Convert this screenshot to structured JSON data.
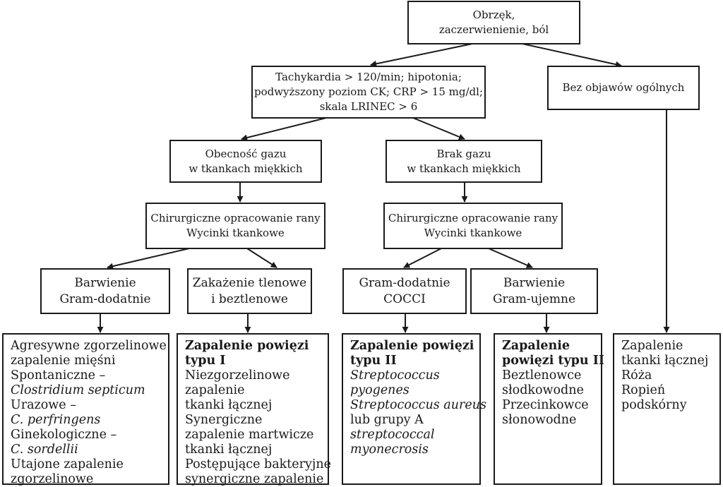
{
  "root": {
    "lines": [
      "Obrzęk,",
      "zaczerwienienie, ból"
    ]
  },
  "systemic": {
    "lines": [
      "Tachykardia > 120/min; hipotonia;",
      "podwyższony poziom CK; CRP > 15 mg/dl;",
      "skala LRINEC > 6"
    ]
  },
  "no_systemic": {
    "lines": [
      "Bez objawów ogólnych"
    ]
  },
  "gas_present": {
    "lines": [
      "Obecność gazu",
      "w tkankach miękkich"
    ]
  },
  "gas_absent": {
    "lines": [
      "Brak gazu",
      "w tkankach miękkich"
    ]
  },
  "surgery_left": {
    "lines": [
      "Chirurgiczne opracowanie rany",
      "Wycinki tkankowe"
    ]
  },
  "surgery_right": {
    "lines": [
      "Chirurgiczne opracowanie rany",
      "Wycinki tkankowe"
    ]
  },
  "gram_pos": {
    "lines": [
      "Barwienie",
      "Gram-dodatnie"
    ]
  },
  "aerobic_anaerobic": {
    "lines": [
      "Zakażenie tlenowe",
      "i beztlenowe"
    ]
  },
  "gram_pos_cocci": {
    "lines": [
      "Gram-dodatnie",
      "COCCI"
    ]
  },
  "gram_neg": {
    "lines": [
      "Barwienie",
      "Gram-ujemne"
    ]
  },
  "leaf1": {
    "l1": "Agresywne zgorzelinowe",
    "l2": "zapalenie mięśni",
    "l3": "Spontaniczne –",
    "l4": "Clostridium septicum",
    "l5": "Urazowe –",
    "l6": "C. perfringens",
    "l7": "Ginekologiczne –",
    "l8": "C. sordellii",
    "l9": "Utajone zapalenie",
    "l10": "zgorzelinowe"
  },
  "leaf2": {
    "title1": "Zapalenie powięzi",
    "title2": "typu I",
    "l1": "Niezgorzelinowe",
    "l2": "zapalenie",
    "l3": "tkanki łącznej",
    "l4": "Synergiczne",
    "l5": "zapalenie martwicze",
    "l6": "tkanki łącznej",
    "l7": "Postępujące bakteryjne",
    "l8": "synergiczne zapalenie"
  },
  "leaf3": {
    "title1": "Zapalenie powięzi",
    "title2": "typu II",
    "l1": "Streptococcus",
    "l2": "pyogenes",
    "l3": "Streptococcus aureus",
    "l4": "lub grupy A",
    "l5": "streptococcal",
    "l6": "myonecrosis"
  },
  "leaf4": {
    "title1": "Zapalenie",
    "title2": "powięzi typu II",
    "l1": "Beztlenowce",
    "l2": "słodkowodne",
    "l3": "Przecinkowce",
    "l4": "słonowodne"
  },
  "leaf5": {
    "l1": "Zapalenie",
    "l2": "tkanki łącznej",
    "l3": "Róża",
    "l4": "Ropień",
    "l5": "podskórny"
  },
  "colors": {
    "line": "#1a1a1a",
    "background": "#ffffff"
  }
}
